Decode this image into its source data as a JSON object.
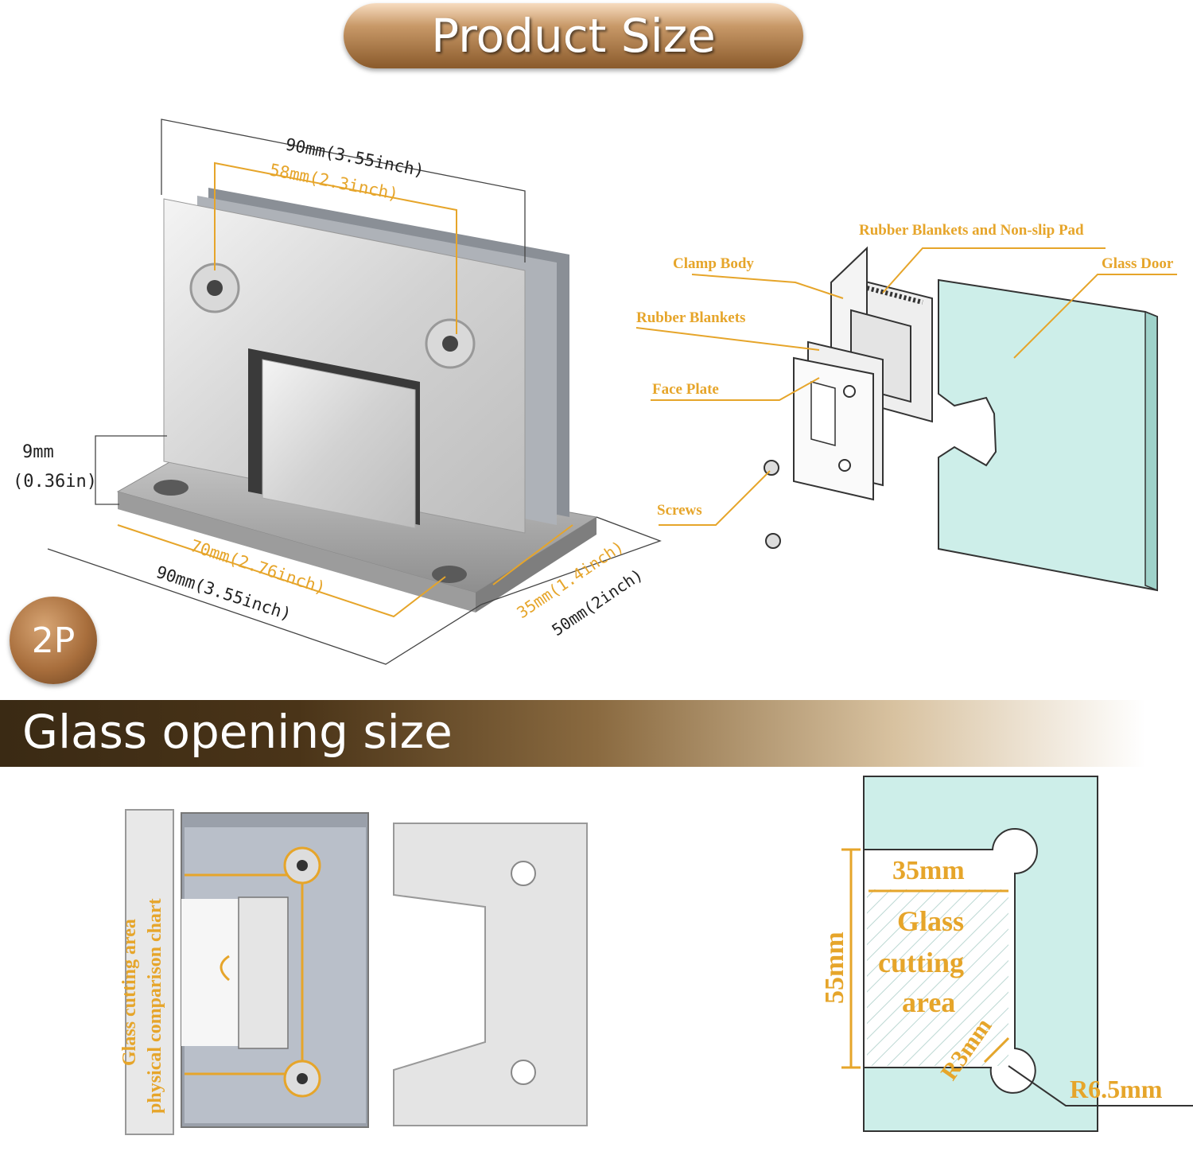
{
  "header": {
    "title": "Product Size"
  },
  "badge": {
    "label": "2P"
  },
  "dimensions": {
    "top_width": "90mm(3.55inch)",
    "hole_spacing": "58mm(2.3inch)",
    "thickness_mm": "9mm",
    "thickness_in": "(0.36in)",
    "base_hole_spacing": "70mm(2.76inch)",
    "base_width": "90mm(3.55inch)",
    "base_hole_offset": "35mm(1.4inch)",
    "base_depth": "50mm(2inch)"
  },
  "exploded": {
    "rubber_pad": "Rubber Blankets and Non-slip Pad",
    "clamp_body": "Clamp Body",
    "glass_door": "Glass Door",
    "rubber_blankets": "Rubber Blankets",
    "face_plate": "Face Plate",
    "screws": "Screws"
  },
  "section": {
    "title": "Glass opening size"
  },
  "comparison": {
    "vertical_line1": "Glass cutting area",
    "vertical_line2": "physical comparison chart"
  },
  "cutout": {
    "width": "35mm",
    "height": "55mm",
    "area_line1": "Glass",
    "area_line2": "cutting",
    "area_line3": "area",
    "inner_radius": "R3mm",
    "outer_radius": "R6.5mm"
  },
  "colors": {
    "accent": "#e6a52a",
    "banner": "#a87642",
    "glass": "#cdeee9"
  }
}
